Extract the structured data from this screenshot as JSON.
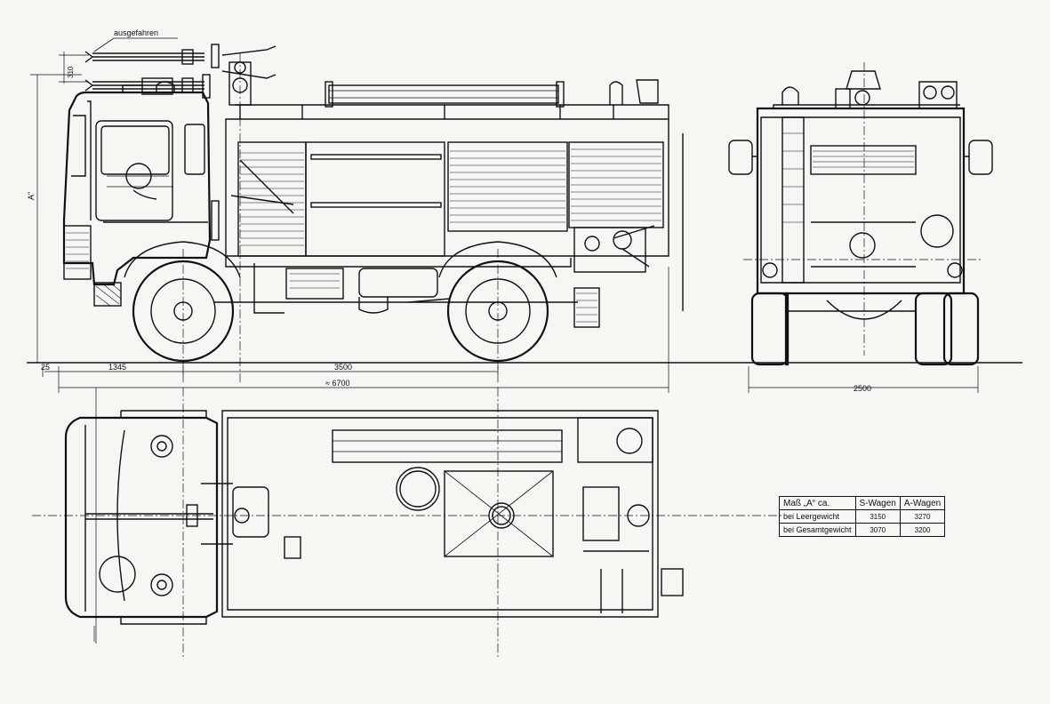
{
  "labels": {
    "extended": "ausgefahren",
    "height_symbol": "A\"",
    "monitor_travel": "310"
  },
  "dimensions": {
    "front_overhang_offset": "25",
    "front_overhang": "1345",
    "wheelbase": "3500",
    "overall_length": "≈ 6700",
    "track_width": "2500"
  },
  "spec_table": {
    "header": [
      "Maß „A“ ca.",
      "S-Wagen",
      "A-Wagen"
    ],
    "rows": [
      {
        "label": "bei Leergewicht",
        "s": "3150",
        "a": "3270"
      },
      {
        "label": "bei Gesamtgewicht",
        "s": "3070",
        "a": "3200"
      }
    ]
  }
}
